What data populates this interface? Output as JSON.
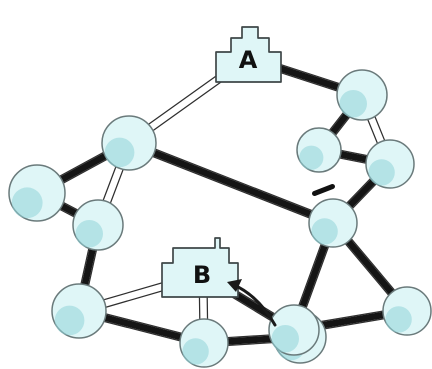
{
  "title": "",
  "labels": {
    "start": "A",
    "destination": "B"
  },
  "colors": {
    "background": "#ffffff",
    "node_fill": "#dff6f7",
    "node_tint": "#8fd3d8",
    "road_outline": "#2f2f2f",
    "road_fill": "#ffffff",
    "route": "#151515",
    "blocked_marker": "#111111"
  },
  "graph": {
    "nodes": [
      "house-a",
      "house-b",
      "node-1",
      "node-2",
      "node-3",
      "node-4",
      "node-5",
      "node-6",
      "node-7",
      "node-8",
      "node-9",
      "node-10",
      "node-11",
      "node-12"
    ],
    "edges": [
      [
        "house-a",
        "node-1"
      ],
      [
        "house-a",
        "node-7"
      ],
      [
        "node-1",
        "node-2"
      ],
      [
        "node-1",
        "node-3"
      ],
      [
        "node-1",
        "node-10"
      ],
      [
        "node-2",
        "node-3"
      ],
      [
        "node-3",
        "node-4"
      ],
      [
        "node-4",
        "node-5"
      ],
      [
        "node-4",
        "house-b"
      ],
      [
        "node-5",
        "house-b"
      ],
      [
        "node-5",
        "node-6"
      ],
      [
        "node-6",
        "node-11"
      ],
      [
        "node-11",
        "node-10"
      ],
      [
        "node-11",
        "node-12"
      ],
      [
        "node-10",
        "node-12"
      ],
      [
        "node-10",
        "node-9"
      ],
      [
        "node-9",
        "node-8"
      ],
      [
        "node-8",
        "node-7"
      ],
      [
        "node-7",
        "node-9"
      ],
      [
        "node-11",
        "house-b"
      ]
    ],
    "route": [
      "house-a",
      "node-7",
      "node-8",
      "node-9",
      "node-10",
      "node-12",
      "node-11",
      "node-6",
      "node-5",
      "node-4",
      "node-3",
      "node-2",
      "node-1",
      "node-10",
      "node-11",
      "house-b"
    ],
    "blocked_edge": [
      "node-9",
      "node-10"
    ]
  }
}
